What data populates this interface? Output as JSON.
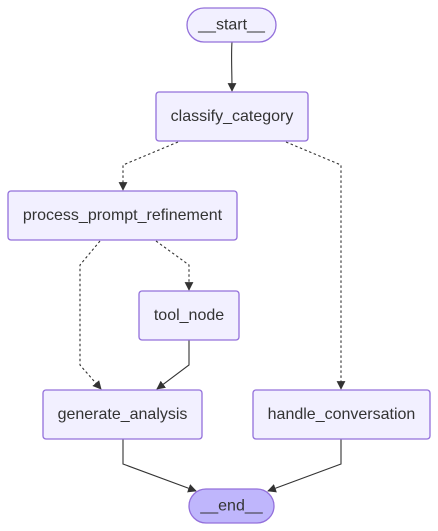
{
  "diagram": {
    "nodes": {
      "start": {
        "label": "__start__",
        "kind": "terminal"
      },
      "classify_category": {
        "label": "classify_category",
        "kind": "process"
      },
      "process_prompt_refinement": {
        "label": "process_prompt_refinement",
        "kind": "process"
      },
      "tool_node": {
        "label": "tool_node",
        "kind": "process"
      },
      "generate_analysis": {
        "label": "generate_analysis",
        "kind": "process"
      },
      "handle_conversation": {
        "label": "handle_conversation",
        "kind": "process"
      },
      "end": {
        "label": "__end__",
        "kind": "terminal"
      }
    },
    "edges": [
      {
        "from": "start",
        "to": "classify_category",
        "style": "solid"
      },
      {
        "from": "classify_category",
        "to": "process_prompt_refinement",
        "style": "dashed"
      },
      {
        "from": "classify_category",
        "to": "handle_conversation",
        "style": "dashed"
      },
      {
        "from": "process_prompt_refinement",
        "to": "tool_node",
        "style": "dashed"
      },
      {
        "from": "process_prompt_refinement",
        "to": "generate_analysis",
        "style": "dashed"
      },
      {
        "from": "tool_node",
        "to": "generate_analysis",
        "style": "solid"
      },
      {
        "from": "generate_analysis",
        "to": "end",
        "style": "solid"
      },
      {
        "from": "handle_conversation",
        "to": "end",
        "style": "solid"
      }
    ]
  },
  "colors": {
    "node_fill": "#f2f0ff",
    "node_stroke": "#9370db",
    "end_fill": "#bfb6fc",
    "edge": "#333333",
    "text": "#333333"
  }
}
